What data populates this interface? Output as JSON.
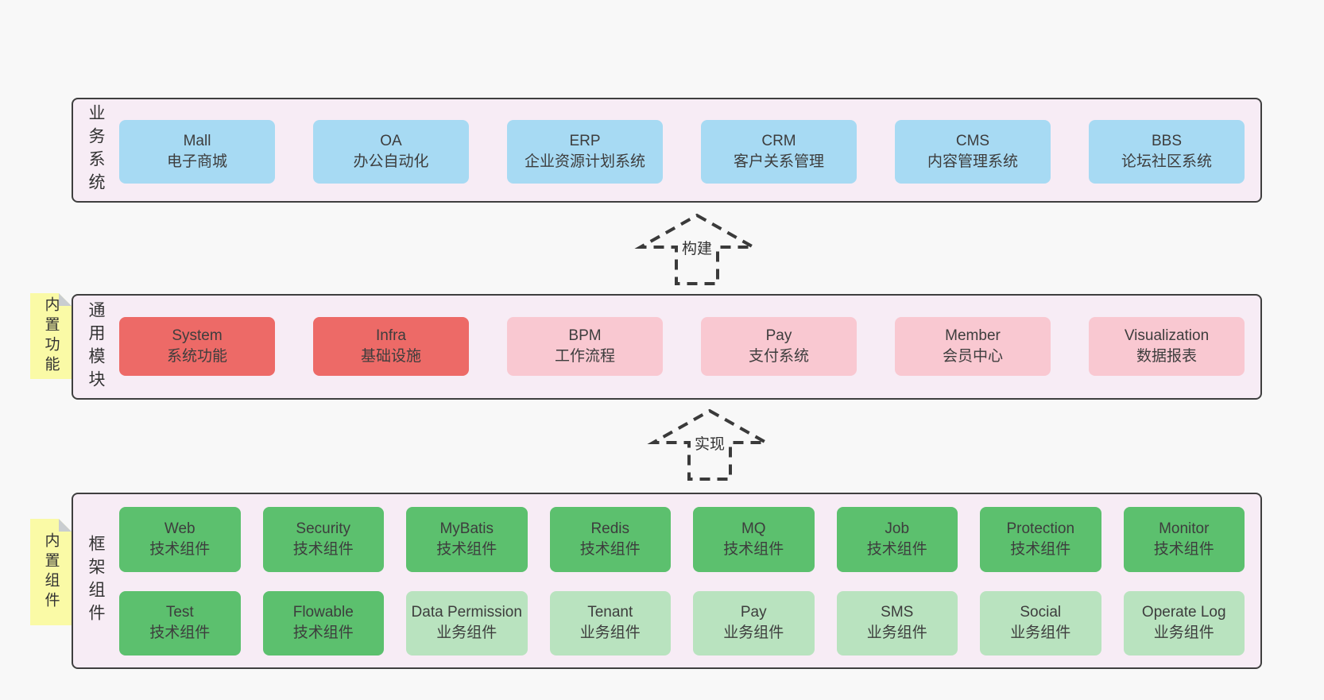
{
  "colors": {
    "page-bg": "#f8f8f8",
    "panel-bg": "#f7ecf5",
    "panel-border": "#3f3f3f",
    "blue": "#a7daf3",
    "red": "#ed6a67",
    "pink": "#f9c8d1",
    "green-dark": "#5cc06e",
    "green-light": "#b9e3bf",
    "note-yellow": "#fafaa6",
    "note-fold": "#c9cdd0",
    "text": "#3c3c3c",
    "arrow": "#3a3a3a"
  },
  "arrows": [
    {
      "label": "构建"
    },
    {
      "label": "实现"
    }
  ],
  "notes": [
    {
      "label": "内置功能"
    },
    {
      "label": "内置组件"
    }
  ],
  "layers": [
    {
      "label": "业务系统",
      "rows": [
        [
          {
            "title": "Mall",
            "subtitle": "电子商城",
            "variant": "blue"
          },
          {
            "title": "OA",
            "subtitle": "办公自动化",
            "variant": "blue"
          },
          {
            "title": "ERP",
            "subtitle": "企业资源计划系统",
            "variant": "blue"
          },
          {
            "title": "CRM",
            "subtitle": "客户关系管理",
            "variant": "blue"
          },
          {
            "title": "CMS",
            "subtitle": "内容管理系统",
            "variant": "blue"
          },
          {
            "title": "BBS",
            "subtitle": "论坛社区系统",
            "variant": "blue"
          }
        ]
      ]
    },
    {
      "label": "通用模块",
      "rows": [
        [
          {
            "title": "System",
            "subtitle": "系统功能",
            "variant": "red"
          },
          {
            "title": "Infra",
            "subtitle": "基础设施",
            "variant": "red"
          },
          {
            "title": "BPM",
            "subtitle": "工作流程",
            "variant": "pink"
          },
          {
            "title": "Pay",
            "subtitle": "支付系统",
            "variant": "pink"
          },
          {
            "title": "Member",
            "subtitle": "会员中心",
            "variant": "pink"
          },
          {
            "title": "Visualization",
            "subtitle": "数据报表",
            "variant": "pink"
          }
        ]
      ]
    },
    {
      "label": "框架组件",
      "rows": [
        [
          {
            "title": "Web",
            "subtitle": "技术组件",
            "variant": "green-dark"
          },
          {
            "title": "Security",
            "subtitle": "技术组件",
            "variant": "green-dark"
          },
          {
            "title": "MyBatis",
            "subtitle": "技术组件",
            "variant": "green-dark"
          },
          {
            "title": "Redis",
            "subtitle": "技术组件",
            "variant": "green-dark"
          },
          {
            "title": "MQ",
            "subtitle": "技术组件",
            "variant": "green-dark"
          },
          {
            "title": "Job",
            "subtitle": "技术组件",
            "variant": "green-dark"
          },
          {
            "title": "Protection",
            "subtitle": "技术组件",
            "variant": "green-dark"
          },
          {
            "title": "Monitor",
            "subtitle": "技术组件",
            "variant": "green-dark"
          }
        ],
        [
          {
            "title": "Test",
            "subtitle": "技术组件",
            "variant": "green-dark"
          },
          {
            "title": "Flowable",
            "subtitle": "技术组件",
            "variant": "green-dark"
          },
          {
            "title": "Data Permission",
            "subtitle": "业务组件",
            "variant": "green-light"
          },
          {
            "title": "Tenant",
            "subtitle": "业务组件",
            "variant": "green-light"
          },
          {
            "title": "Pay",
            "subtitle": "业务组件",
            "variant": "green-light"
          },
          {
            "title": "SMS",
            "subtitle": "业务组件",
            "variant": "green-light"
          },
          {
            "title": "Social",
            "subtitle": "业务组件",
            "variant": "green-light"
          },
          {
            "title": "Operate Log",
            "subtitle": "业务组件",
            "variant": "green-light"
          }
        ]
      ]
    }
  ]
}
